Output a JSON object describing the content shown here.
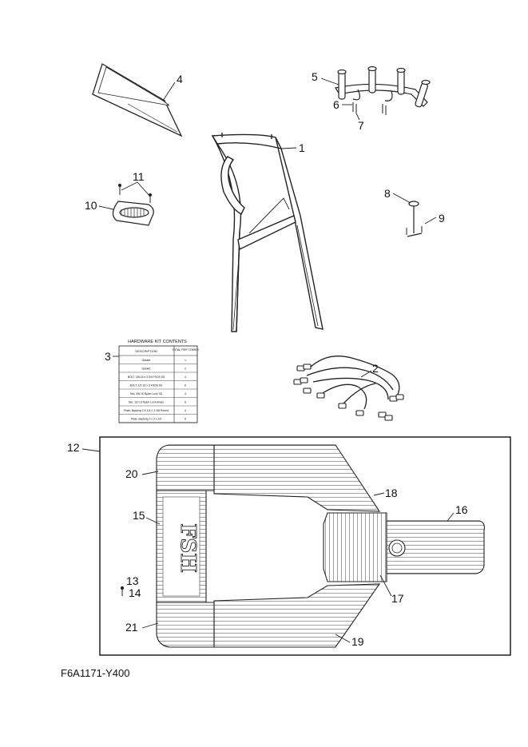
{
  "figure_code": "F6A1171-Y400",
  "callouts": {
    "c1": "1",
    "c2": "2",
    "c3": "3",
    "c4": "4",
    "c5": "5",
    "c6": "6",
    "c7": "7",
    "c8": "8",
    "c9": "9",
    "c10": "10",
    "c11": "11",
    "c12": "12",
    "c13": "13",
    "c14": "14",
    "c15": "15",
    "c16": "16",
    "c17": "17",
    "c18": "18",
    "c19": "19",
    "c20": "20",
    "c21": "21"
  },
  "hardware_kit": {
    "title": "HARDWARE KIT CONTENTS",
    "col_description": "DESCRIPTION",
    "col_total": "TOTAL PER TOWER",
    "rows": [
      {
        "description": "Gasket",
        "total": "1"
      },
      {
        "description": "Gasket",
        "total": "2"
      },
      {
        "description": "BOLT, 3/8-16 x 3 3/4 FSOS SS",
        "total": "4"
      },
      {
        "description": "BOLT, 1/2-13 x 3 FSOS SS",
        "total": "6"
      },
      {
        "description": "Nut, 3/8-16 Nylon Lock SS",
        "total": "4"
      },
      {
        "description": "Nut, 1/2-13 Nylon Lock Brass",
        "total": "6"
      },
      {
        "description": "Plate, Backing 3 X 1/4 X 3 3/8 Round",
        "total": "4"
      },
      {
        "description": "Plate, Backing 2 x 2 x 1/4",
        "total": "6"
      }
    ]
  },
  "mat_logo": "FSH"
}
